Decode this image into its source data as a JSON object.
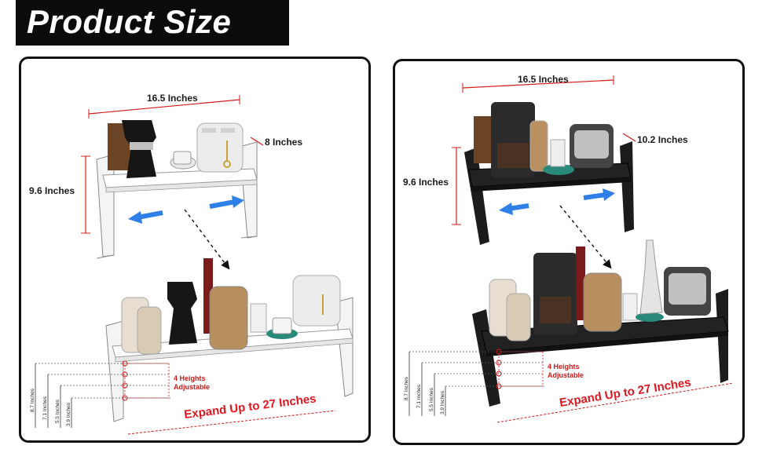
{
  "title": "Product Size",
  "left_panel": {
    "width_label": "16.5 Inches",
    "depth_label": "8 Inches",
    "height_label": "9.6 Inches",
    "heights_label_line1": "4 Heights",
    "heights_label_line2": "Adjustable",
    "expand_label": "Expand Up to 27 Inches",
    "small_heights": [
      "8.7 Inches",
      "7.1 Inches",
      "5.5 Inches",
      "3.9 Inches"
    ],
    "shelf_color": "#ffffff"
  },
  "right_panel": {
    "width_label": "16.5 Inches",
    "depth_label": "10.2 Inches",
    "height_label": "9.6 Inches",
    "heights_label_line1": "4 Heights",
    "heights_label_line2": "Adjustable",
    "expand_label": "Expand Up to 27 Inches",
    "small_heights": [
      "8.7 Inches",
      "7.1 Inches",
      "5.5 Inches",
      "3.9 Inches"
    ],
    "shelf_color": "#1c1c1c"
  },
  "colors": {
    "dimension_red": "#d11a1a",
    "arrow_blue": "#2f7fe8",
    "banner": "#0b0b0b"
  }
}
